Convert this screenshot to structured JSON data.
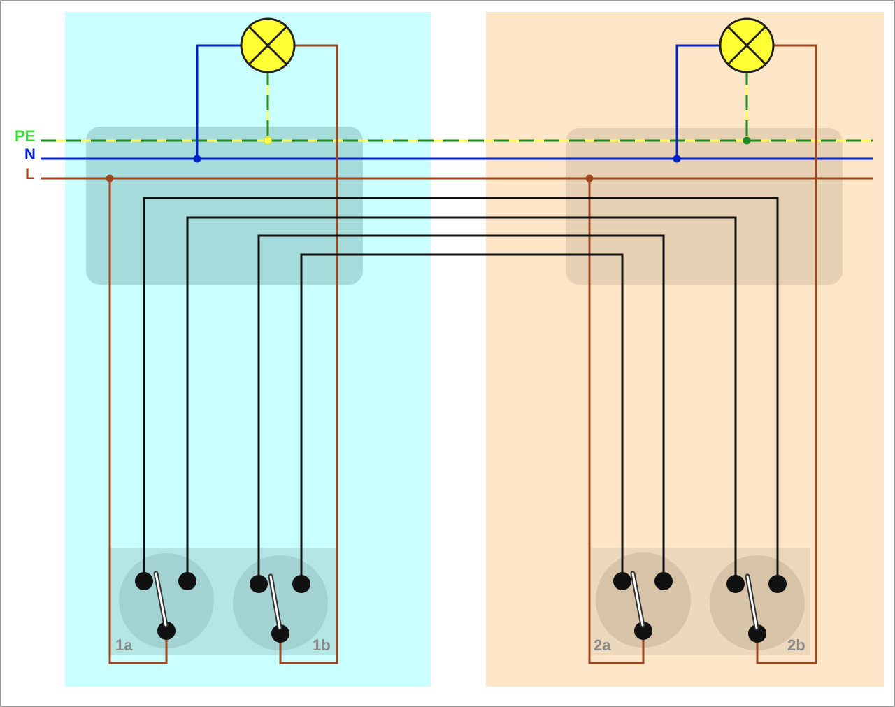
{
  "bus_labels": {
    "pe": "PE",
    "n": "N",
    "l": "L"
  },
  "switch_labels": {
    "s1a": "1a",
    "s1b": "1b",
    "s2a": "2a",
    "s2b": "2b"
  },
  "colors": {
    "pe_yellow": "#ffff55",
    "pe_green": "#228b22",
    "pe_label": "#33dd33",
    "neutral": "#0022cc",
    "live": "#a0461e",
    "traveler": "#111111",
    "lamp_fill": "#ffff33",
    "room1": "#c9ffff",
    "room2": "#fde6c8",
    "switch_label": "#8a8a8a"
  },
  "icons": {
    "lamp": "lamp-cross-icon",
    "switch": "two-way-switch-icon"
  }
}
